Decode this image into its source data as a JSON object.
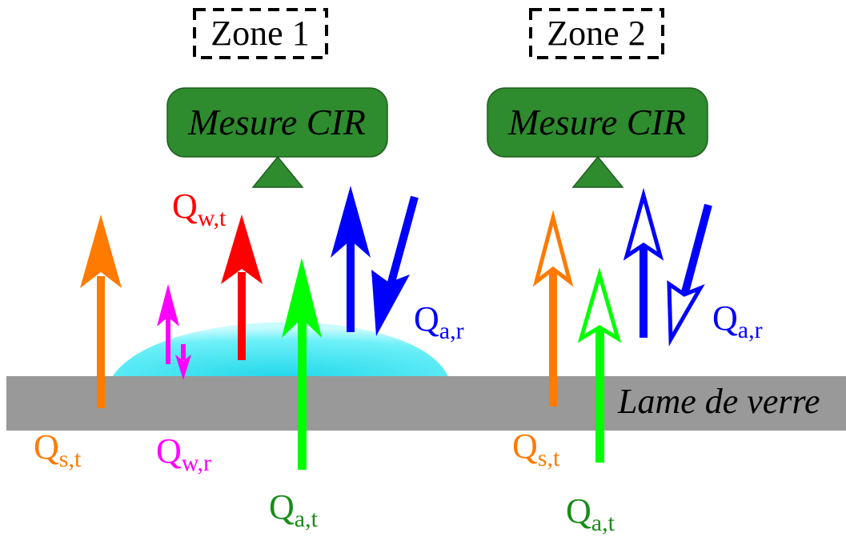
{
  "zones": [
    {
      "label": "Zone 1",
      "sensor_label": "Mesure CIR"
    },
    {
      "label": "Zone 2",
      "sensor_label": "Mesure CIR"
    }
  ],
  "glass_label": "Lame de verre",
  "flux_labels": {
    "zone1": {
      "s_t": {
        "main": "Q",
        "sub": "s,t"
      },
      "w_t": {
        "main": "Q",
        "sub": "w,t"
      },
      "w_r": {
        "main": "Q",
        "sub": "w,r"
      },
      "a_t": {
        "main": "Q",
        "sub": "a,t"
      },
      "a_r": {
        "main": "Q",
        "sub": "a,r"
      }
    },
    "zone2": {
      "s_t": {
        "main": "Q",
        "sub": "s,t"
      },
      "a_t": {
        "main": "Q",
        "sub": "a,t"
      },
      "a_r": {
        "main": "Q",
        "sub": "a,r"
      }
    }
  },
  "colors": {
    "sensor": "#2e8b2e",
    "glass": "#999999",
    "droplet": "#33e0f0",
    "solid_flux": "#ff7a00",
    "water_transmitted": "#ff0000",
    "water_reflected": "#ff00ff",
    "ambient_transmitted": "#00ff00",
    "ambient_reflected": "#0000ff",
    "ambient_transmitted_label": "#1a8c1a"
  }
}
